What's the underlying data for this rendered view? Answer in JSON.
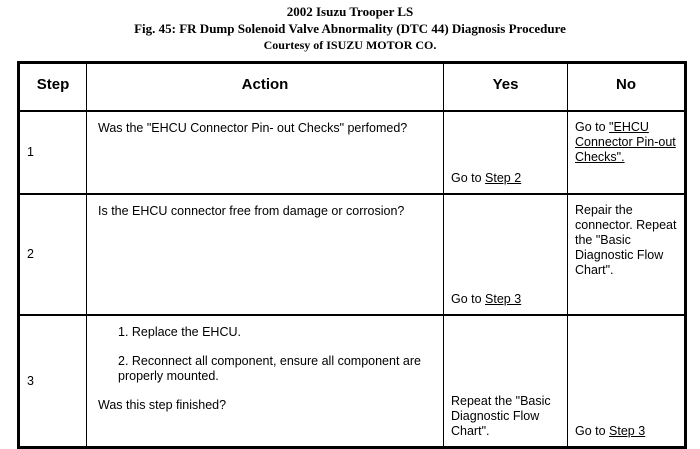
{
  "document": {
    "header": {
      "line1": "2002 Isuzu Trooper LS",
      "line2": "Fig. 45: FR Dump Solenoid Valve Abnormality (DTC 44) Diagnosis Procedure",
      "line3": "Courtesy of ISUZU MOTOR CO."
    }
  },
  "table": {
    "columns": [
      {
        "key": "step",
        "label": "Step"
      },
      {
        "key": "action",
        "label": "Action"
      },
      {
        "key": "yes",
        "label": "Yes"
      },
      {
        "key": "no",
        "label": "No"
      }
    ],
    "rows": [
      {
        "step": "1",
        "action": {
          "paragraphs": [
            "Was the \"EHCU Connector Pin- out Checks\" perfomed?"
          ]
        },
        "yes": {
          "prefix": "Go to ",
          "link": "Step 2",
          "suffix": ""
        },
        "no": {
          "prefix": "Go to ",
          "link": "\"EHCU Connector Pin-out Checks\".",
          "suffix": ""
        }
      },
      {
        "step": "2",
        "action": {
          "paragraphs": [
            "Is the EHCU connector free from damage or corrosion?"
          ]
        },
        "yes": {
          "prefix": "Go to ",
          "link": "Step 3",
          "suffix": ""
        },
        "no": {
          "prefix": "Repair the connector. Repeat the \"Basic Diagnostic Flow Chart\".",
          "link": "",
          "suffix": ""
        }
      },
      {
        "step": "3",
        "action": {
          "paragraphs": [
            "1. Replace the EHCU.",
            "2. Reconnect all component, ensure all component are properly mounted.",
            "Was this step finished?"
          ]
        },
        "yes": {
          "prefix": "Repeat the \"Basic Diagnostic Flow Chart\".",
          "link": "",
          "suffix": ""
        },
        "no": {
          "prefix": "Go to ",
          "link": "Step 3",
          "suffix": ""
        }
      }
    ]
  },
  "colors": {
    "text": "#000000",
    "border": "#000000",
    "background": "#ffffff"
  }
}
